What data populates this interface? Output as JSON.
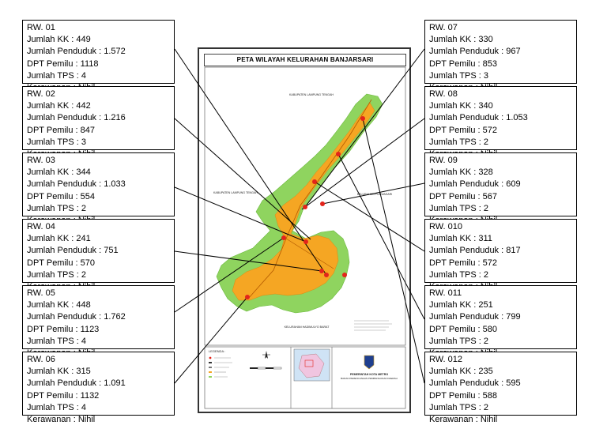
{
  "map": {
    "title": "PETA WILAYAH KELURAHAN BANJARSARI",
    "labels": {
      "north": "KABUPATEN LAMPUNG TENGAH",
      "west": "KABUPATEN LAMPUNG TENGAH",
      "east": "KELURAHAN PURWASARI",
      "south": "KELURAHAN HADIMULYO BARAT",
      "legend_title": "LEGENDA :",
      "agency_line1": "PEMERINTAH KOTA METRO",
      "agency_line2": "BADAN PERENCANAAN PEMBANGUNAN DAERAH"
    },
    "colors": {
      "settlement": "#f5a623",
      "farmland": "#8fd45f",
      "marker": "#e3241b",
      "connector": "#000000"
    }
  },
  "rw_boxes": [
    {
      "rw": "RW. 01",
      "kk": "Jumlah KK : 449",
      "penduduk": "Jumlah Penduduk : 1.572",
      "dpt": "DPT Pemilu : 1118",
      "tps": "Jumlah TPS : 4",
      "kerawanan": "Kerawanan : Nihil"
    },
    {
      "rw": "RW. 02",
      "kk": "Jumlah KK : 442",
      "penduduk": "Jumlah Penduduk : 1.216",
      "dpt": "DPT Pemilu : 847",
      "tps": "Jumlah TPS : 3",
      "kerawanan": "Kerawanan : Nihil"
    },
    {
      "rw": "RW. 03",
      "kk": "Jumlah KK : 344",
      "penduduk": "Jumlah Penduduk : 1.033",
      "dpt": "DPT Pemilu : 554",
      "tps": "Jumlah TPS : 2",
      "kerawanan": "Kerawanan : Nihil"
    },
    {
      "rw": "RW. 04",
      "kk": "Jumlah KK : 241",
      "penduduk": "Jumlah Penduduk : 751",
      "dpt": "DPT Pemilu : 570",
      "tps": "Jumlah TPS : 2",
      "kerawanan": "Kerawanan : Nihil"
    },
    {
      "rw": "RW. 05",
      "kk": "Jumlah KK : 448",
      "penduduk": "Jumlah Penduduk : 1.762",
      "dpt": "DPT Pemilu : 1123",
      "tps": "Jumlah TPS : 4",
      "kerawanan": "Kerawanan : Nihil"
    },
    {
      "rw": "RW. 06",
      "kk": "Jumlah KK : 315",
      "penduduk": "Jumlah Penduduk : 1.091",
      "dpt": "DPT Pemilu : 1132",
      "tps": "Jumlah TPS : 4",
      "kerawanan": "Kerawanan : Nihil"
    },
    {
      "rw": "RW. 07",
      "kk": "Jumlah KK : 330",
      "penduduk": "Jumlah Penduduk : 967",
      "dpt": "DPT Pemilu : 853",
      "tps": "Jumlah TPS : 3",
      "kerawanan": "Kerawanan : Nihil"
    },
    {
      "rw": "RW. 08",
      "kk": "Jumlah KK : 340",
      "penduduk": "Jumlah Penduduk : 1.053",
      "dpt": "DPT Pemilu : 572",
      "tps": "Jumlah TPS : 2",
      "kerawanan": "Kerawanan : Nihil"
    },
    {
      "rw": "RW. 09",
      "kk": "Jumlah KK : 328",
      "penduduk": "Jumlah Penduduk : 609",
      "dpt": "DPT Pemilu : 567",
      "tps": "Jumlah TPS : 2",
      "kerawanan": "Kerawanan : Nihil"
    },
    {
      "rw": "RW. 010",
      "kk": "Jumlah KK : 311",
      "penduduk": "Jumlah Penduduk : 817",
      "dpt": "DPT Pemilu : 572",
      "tps": "Jumlah TPS : 2",
      "kerawanan": "Kerawanan : Nihil"
    },
    {
      "rw": "RW. 011",
      "kk": "Jumlah KK : 251",
      "penduduk": "Jumlah Penduduk : 799",
      "dpt": "DPT Pemilu : 580",
      "tps": "Jumlah TPS : 2",
      "kerawanan": "Kerawanan : Nihil"
    },
    {
      "rw": "RW. 012",
      "kk": "Jumlah KK : 235",
      "penduduk": "Jumlah Penduduk : 595",
      "dpt": "DPT Pemilu : 588",
      "tps": "Jumlah TPS : 2",
      "kerawanan": "Kerawanan : Nihil"
    }
  ]
}
